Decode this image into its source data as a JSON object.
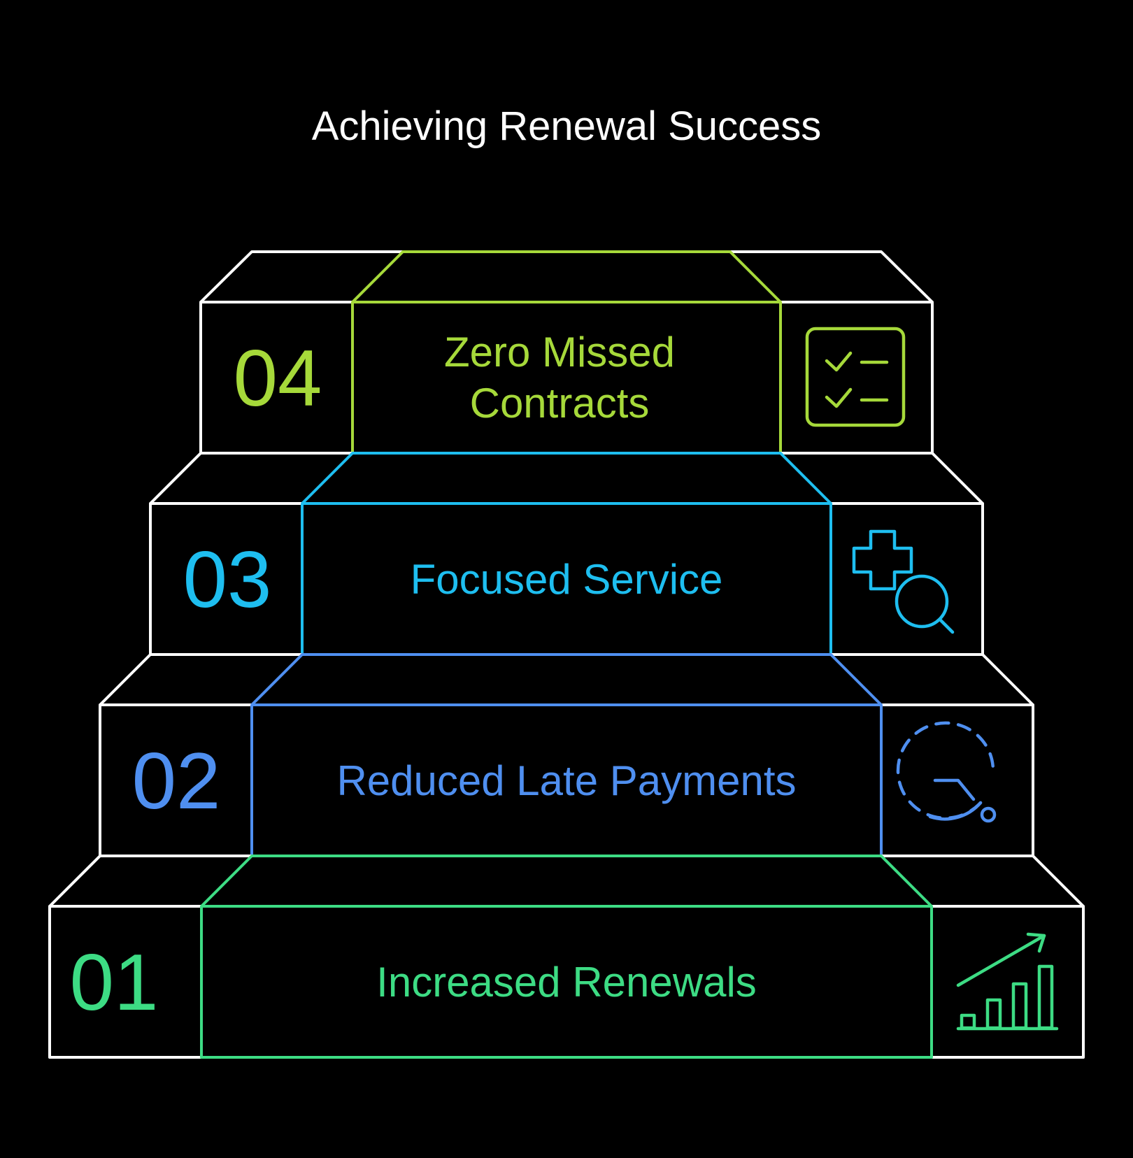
{
  "title": "Achieving Renewal Success",
  "outline_color": "#ffffff",
  "background_color": "#000000",
  "steps": [
    {
      "number": "01",
      "label": "Increased Renewals",
      "color": "#3ddc84",
      "icon": "growth-chart-icon"
    },
    {
      "number": "02",
      "label": "Reduced Late Payments",
      "color": "#4f8ff0",
      "icon": "clock-timer-icon"
    },
    {
      "number": "03",
      "label": "Focused Service",
      "color": "#1ebef0",
      "icon": "plus-search-icon"
    },
    {
      "number": "04",
      "label_lines": [
        "Zero Missed",
        "Contracts"
      ],
      "color": "#a6d93a",
      "icon": "checklist-icon"
    }
  ]
}
